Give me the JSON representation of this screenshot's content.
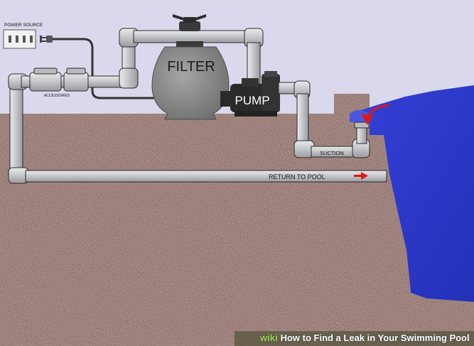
{
  "labels": {
    "power_source": "POWER SOURCE",
    "accessories": "ACCESSORIES",
    "filter": "FILTER",
    "pump": "PUMP",
    "suction": "SUCTION",
    "return_to_pool": "RETURN TO POOL"
  },
  "footer": {
    "brand": "wiki",
    "title": "How to Find a Leak in Your Swimming Pool"
  },
  "colors": {
    "sky": "#d9d8ec",
    "ground": "#8a6a64",
    "pipe": "#c9cacc",
    "pipe_edge": "#2a2a2a",
    "filter": "#8e8e8e",
    "pump": "#2a2a2a",
    "water": "#2f39cf",
    "arrow": "#e01818"
  }
}
